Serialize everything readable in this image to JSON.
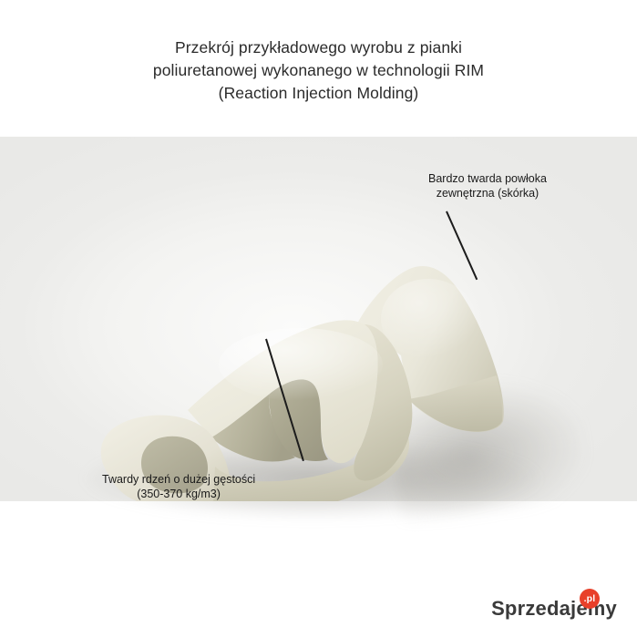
{
  "title": {
    "line1": "Przekrój przykładowego wyrobu z pianki",
    "line2": "poliuretanowej wykonanego w technologii RIM",
    "line3": "(Reaction Injection Molding)"
  },
  "callouts": {
    "skin": {
      "line1": "Bardzo twarda powłoka",
      "line2": "zewnętrzna (skórka)"
    },
    "core": {
      "line1": "Twardy rdzeń o dużej gęstości",
      "line2": "(350-370 kg/m3)"
    }
  },
  "watermark": {
    "text": "Sprzedajemy",
    "badge": ".pl"
  },
  "colors": {
    "background": "#ffffff",
    "photo_background": "#f1f1ef",
    "foam_light": "#eeece0",
    "foam_mid": "#d9d6c4",
    "foam_shadow": "#aaa791",
    "text": "#1a1a1a",
    "badge": "#e8402a"
  }
}
